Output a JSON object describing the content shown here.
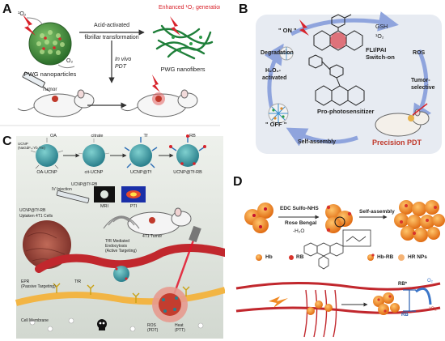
{
  "panels": {
    "a": {
      "label": "A",
      "upper_arrow_line1": "Acid-activated",
      "upper_arrow_line2": "fibrillar transformation",
      "enhanced_line1": "Enhanced",
      "enhanced_line2": "generation",
      "enhanced_symbol": "¹O₂",
      "o2_label": "O₂",
      "singlet_label": "¹O₂",
      "invivo_line1": "In vivo",
      "invivo_line2": "PDT",
      "nanoparticles": "PWG nanoparticles",
      "nanofibers": "PWG nanofibers",
      "tumor": "Tumor"
    },
    "b": {
      "label": "B",
      "on": "\" ON \"",
      "off": "\" OFF \"",
      "gsh": "GSH",
      "singlet": "¹O₂",
      "fli_line1": "FLI/PAI",
      "fli_line2": "Switch-on",
      "ros": "ROS",
      "tumor_line1": "Tumor-",
      "tumor_line2": "selective",
      "degradation": "Degradation",
      "h2o2_line1": "H₂O₂-",
      "h2o2_line2": "activated",
      "prodrug": "Pro-photosensitizer",
      "self_assembly": "Self-assembly",
      "precision": "Precision PDT"
    },
    "c": {
      "label": "C",
      "oa": "OA",
      "citrate": "citrate",
      "tf": "Tf",
      "rb": "RB",
      "ucnp_sub": "UCNP\n(NaGdF₄:Yb,Tm)",
      "step1": "OA-UCNP",
      "step2": "cit-UCNP",
      "step3": "UCNP@Tf",
      "step4": "UCNP@Tf-RB",
      "injection": "IV Injection",
      "ucnp_tag": "UCNP@Tf-RB",
      "uptake_line1": "UCNP@Tf-RB",
      "uptake_line2": "Uptaken 4T1 Cells",
      "mri": "MRI",
      "pti": "PTI",
      "tumor": "4T1 Tumor",
      "tfr_line1": "TfR Mediated",
      "tfr_line2": "Endocytosis",
      "tfr_line3": "(Active Targeting)",
      "epr_line1": "EPR",
      "epr_line2": "(Passive Targeting)",
      "tfr": "TfR",
      "cell_membrane": "Cell Membrane",
      "ros_line1": "ROS",
      "ros_line2": "(PDT)",
      "heat_line1": "Heat",
      "heat_line2": "(PTT)"
    },
    "d": {
      "label": "D",
      "edc": "EDC Sulfo-NHS",
      "rose": "Rose Bengal",
      "h2o": "-H₂O",
      "self_assembly": "Self-assembly",
      "legend_hb": "Hb",
      "legend_rb": "RB",
      "legend_hbrb": "Hb-RB",
      "legend_hr": "HR NPs",
      "rb_star": "RB*",
      "rb": "RB",
      "o2": "O₂",
      "singlet": "¹O₂"
    }
  },
  "colors": {
    "laser_red": "#d8222a",
    "nanoparticle_green": "#3f8f3a",
    "nanofiber_green": "#1f7f3a",
    "panel_b_bg": "#e7ebf2",
    "panel_b_arrow": "#8fa4dd",
    "tumor_red": "#c0392b",
    "cell_membrane": "#f2b544",
    "hb_orange": "#f08a24",
    "rb_red": "#d9342b",
    "panel_c_bg": "#dfe4dc"
  }
}
